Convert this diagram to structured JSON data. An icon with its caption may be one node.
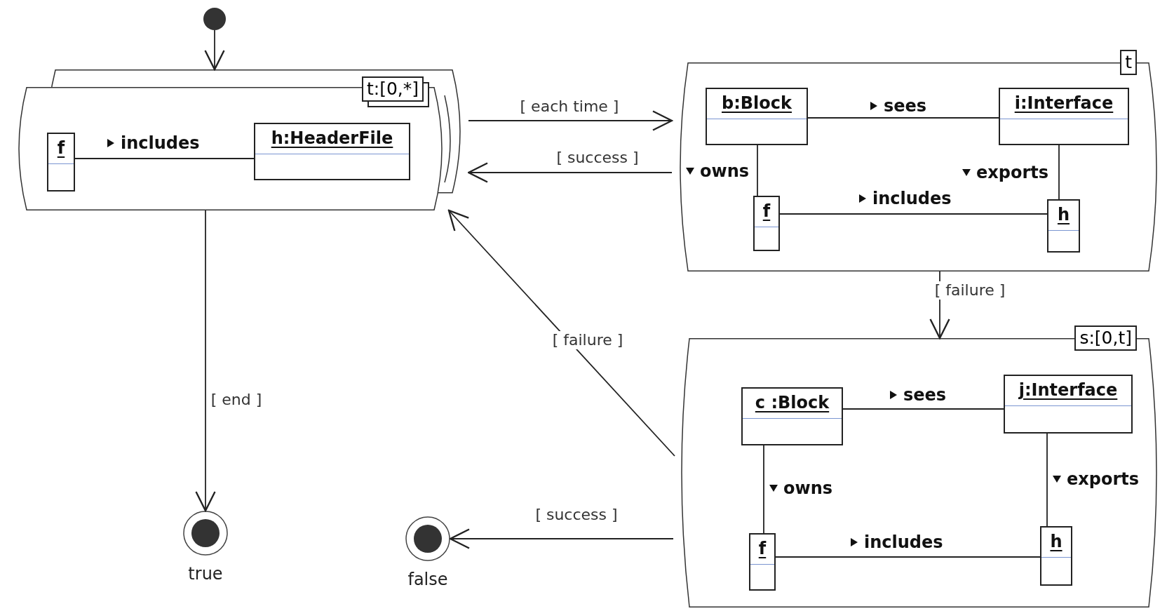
{
  "diagram": {
    "nodes": [
      {
        "text": [],
        "shape": "circle"
      },
      {
        "text": [
          "t:[0,*]"
        ]
      },
      {
        "text": [
          "f"
        ],
        "in": 1
      },
      {
        "text": [
          "h:HeaderFile"
        ],
        "in": 1
      },
      {
        "text": [
          "t"
        ]
      },
      {
        "text": [
          "b:Block"
        ],
        "in": 4
      },
      {
        "text": [
          "i:Interface"
        ],
        "in": 4
      },
      {
        "text": [
          "f"
        ],
        "in": 4
      },
      {
        "text": [
          "h"
        ],
        "in": 4
      },
      {
        "text": [
          "s:[0,t]"
        ]
      },
      {
        "text": [
          "c :Block"
        ],
        "in": 9
      },
      {
        "text": [
          "j:Interface"
        ],
        "in": 9
      },
      {
        "text": [
          "f"
        ],
        "in": 9
      },
      {
        "text": [
          "h"
        ],
        "in": 9
      },
      {
        "text": [],
        "shape": "bullseye",
        "beside": [
          "true"
        ]
      },
      {
        "text": [],
        "shape": "bullseye",
        "beside": [
          "false"
        ]
      }
    ],
    "edges": [
      {
        "from": 0,
        "to": 1,
        "arrow": "to"
      },
      {
        "from": 1,
        "to": 4,
        "arrow": "to",
        "label": "[ each time ]"
      },
      {
        "from": 4,
        "to": 1,
        "arrow": "to",
        "label": "[ success ]"
      },
      {
        "from": 4,
        "to": 9,
        "arrow": "to",
        "label": "[ failure ]"
      },
      {
        "from": 9,
        "to": 1,
        "arrow": "to",
        "label": "[ failure ]"
      },
      {
        "from": 1,
        "to": 14,
        "arrow": "to",
        "label": "[ end ]"
      },
      {
        "from": 9,
        "to": 15,
        "arrow": "to",
        "label": "[ success ]"
      },
      {
        "from": 2,
        "to": 3,
        "arrow": "none",
        "label": "includes"
      },
      {
        "from": 5,
        "to": 6,
        "arrow": "none",
        "label": "sees"
      },
      {
        "from": 5,
        "to": 7,
        "arrow": "none",
        "label": "owns"
      },
      {
        "from": 6,
        "to": 8,
        "arrow": "none",
        "label": "exports"
      },
      {
        "from": 7,
        "to": 8,
        "arrow": "none",
        "label": "includes"
      },
      {
        "from": 10,
        "to": 11,
        "arrow": "none",
        "label": "sees"
      },
      {
        "from": 10,
        "to": 12,
        "arrow": "none",
        "label": "owns"
      },
      {
        "from": 11,
        "to": 13,
        "arrow": "none",
        "label": "exports"
      },
      {
        "from": 12,
        "to": 13,
        "arrow": "none",
        "label": "includes"
      }
    ]
  }
}
